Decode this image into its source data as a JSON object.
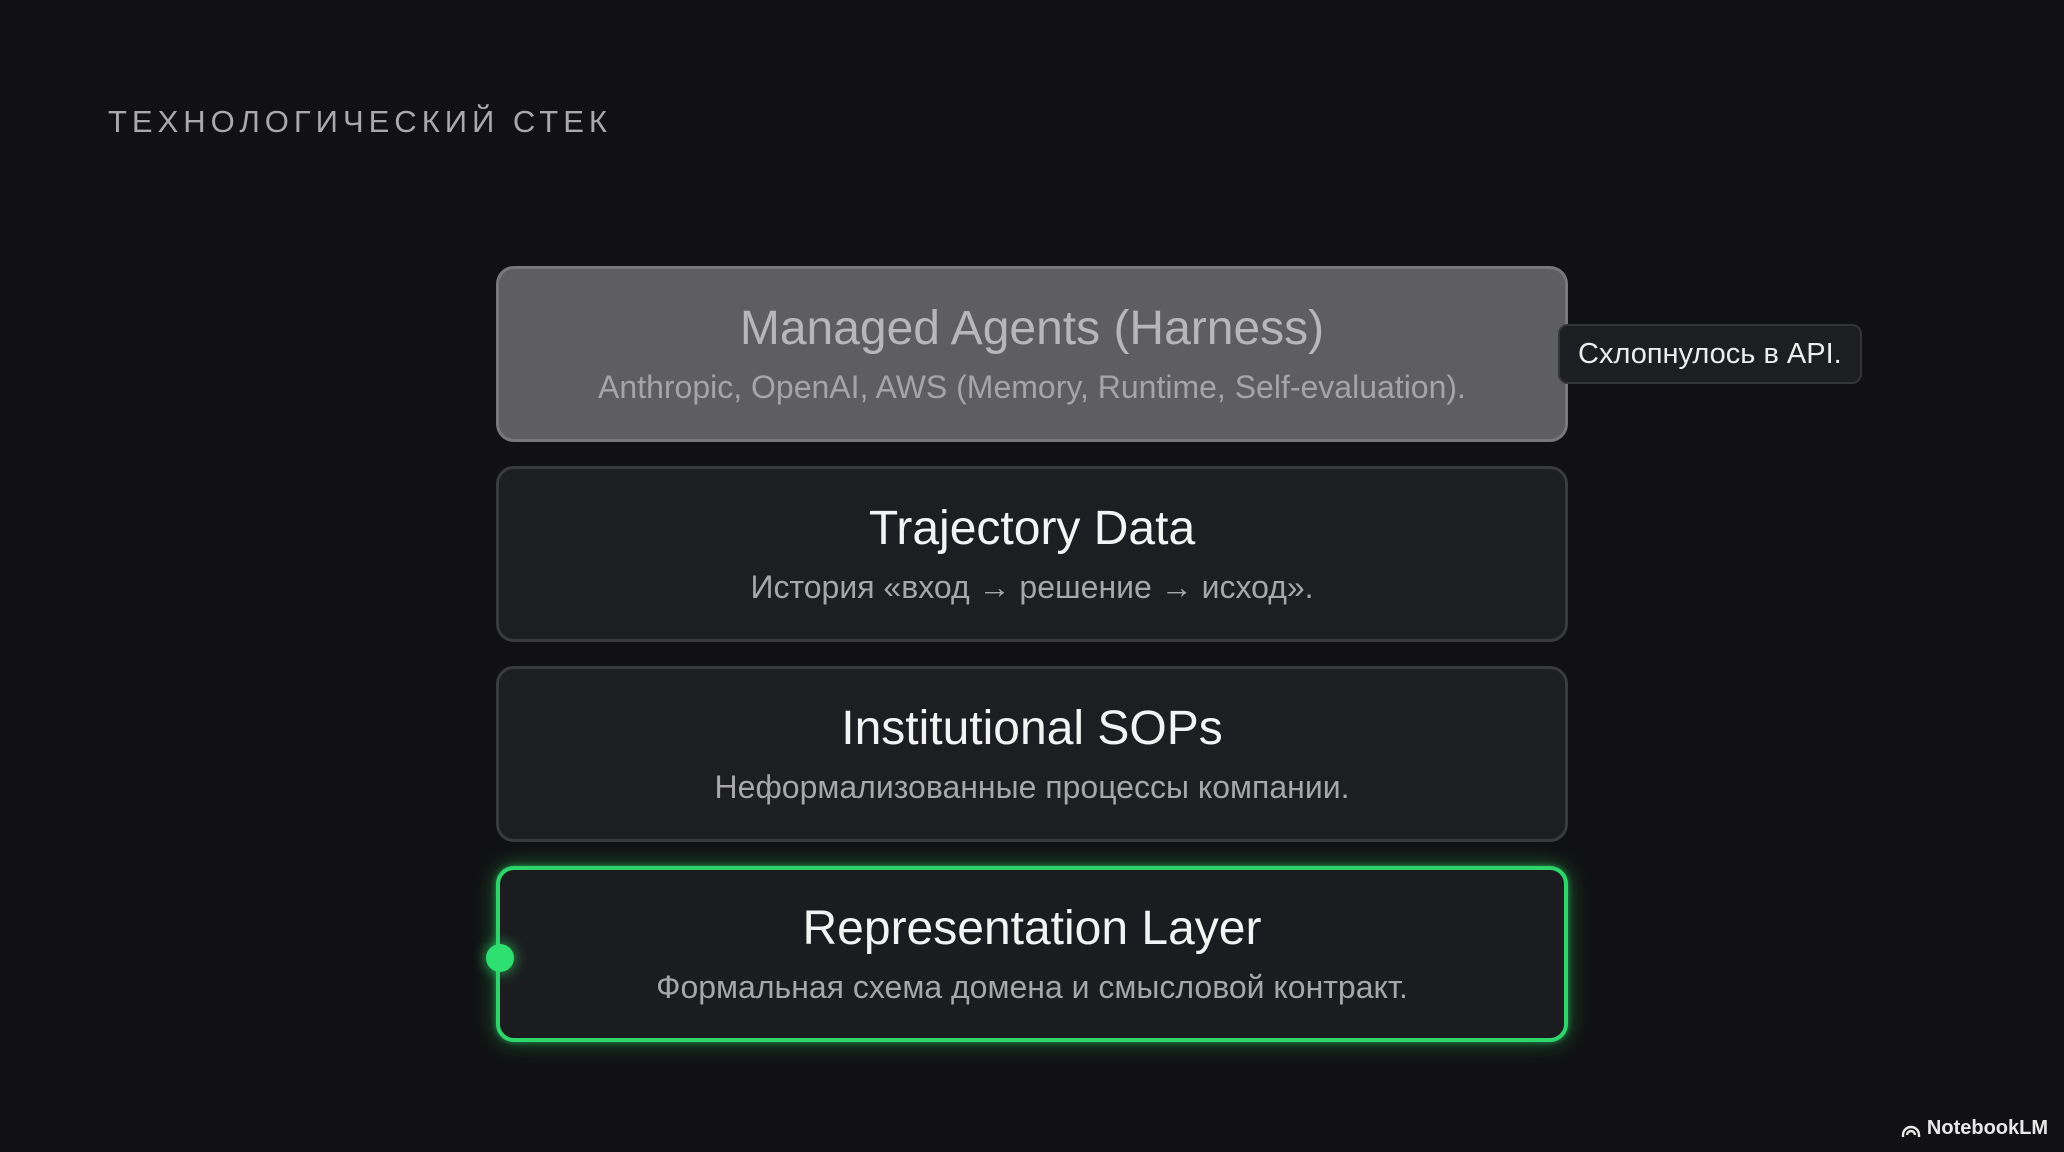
{
  "slide": {
    "title": "ТЕХНОЛОГИЧЕСКИЙ СТЕК"
  },
  "layers": [
    {
      "title": "Managed Agents (Harness)",
      "description": "Anthropic, OpenAI, AWS (Memory, Runtime, Self-evaluation).",
      "state": "collapsed"
    },
    {
      "title": "Trajectory Data",
      "description": "История «вход → решение → исход».",
      "state": "normal"
    },
    {
      "title": "Institutional SOPs",
      "description": "Неформализованные процессы компании.",
      "state": "normal"
    },
    {
      "title": "Representation Layer",
      "description": "Формальная схема домена и смысловой контракт.",
      "state": "highlighted"
    }
  ],
  "callout": {
    "text": "Схлопнулось в API."
  },
  "watermark": {
    "text": "NotebookLM",
    "icon": "notebooklm-logo-icon"
  },
  "colors": {
    "background": "#111113",
    "highlight": "#2fd46a",
    "collapsed_layer": "#5e5e62",
    "layer": "#1d1e21"
  }
}
